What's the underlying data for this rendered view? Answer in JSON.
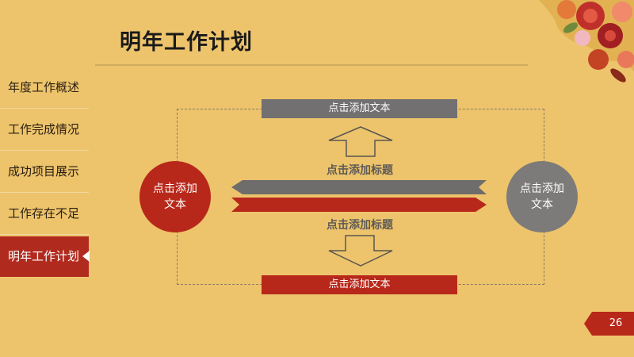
{
  "slide": {
    "title": "明年工作计划",
    "page_number": "26"
  },
  "sidebar": {
    "items": [
      {
        "label": "年度工作概述",
        "active": false
      },
      {
        "label": "工作完成情况",
        "active": false
      },
      {
        "label": "成功项目展示",
        "active": false
      },
      {
        "label": "工作存在不足",
        "active": false
      },
      {
        "label": "明年工作计划",
        "active": true
      }
    ]
  },
  "diagram": {
    "top_box": "点击添加文本",
    "bottom_box": "点击添加文本",
    "upper_label": "点击添加标题",
    "lower_label": "点击添加标题",
    "left_circle": "点击添加文本",
    "right_circle": "点击添加文本"
  },
  "colors": {
    "background": "#EDC46C",
    "accent_red": "#B8281A",
    "accent_gray": "#727070"
  }
}
